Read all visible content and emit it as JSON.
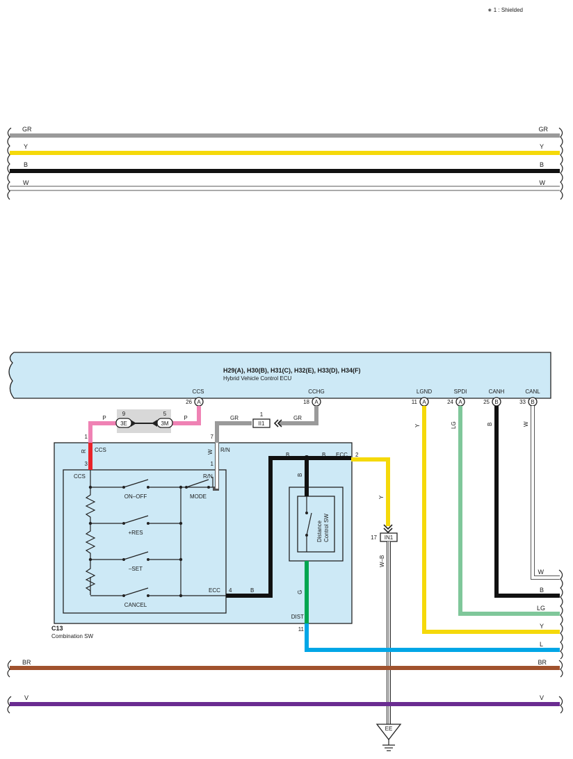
{
  "note": "∗ 1 : Shielded",
  "top_bus": [
    {
      "label": "GR",
      "color": "#9a9a9a"
    },
    {
      "label": "Y",
      "color": "#f5d90a"
    },
    {
      "label": "B",
      "color": "#111111"
    },
    {
      "label": "W",
      "color": "#ffffff"
    }
  ],
  "ecu": {
    "codes": "H29(A), H30(B), H31(C), H32(E), H33(D), H34(F)",
    "name": "Hybrid Vehicle Control ECU",
    "pins": [
      {
        "name": "CCS",
        "num": "26",
        "conn": "A"
      },
      {
        "name": "CCHG",
        "num": "18",
        "conn": "A"
      },
      {
        "name": "LGND",
        "num": "11",
        "conn": "A"
      },
      {
        "name": "SPDI",
        "num": "24",
        "conn": "A"
      },
      {
        "name": "CANH",
        "num": "25",
        "conn": "B"
      },
      {
        "name": "CANL",
        "num": "33",
        "conn": "B"
      }
    ]
  },
  "junction": {
    "pin_left": "9",
    "pin_right": "5",
    "left": "3E",
    "right": "3M"
  },
  "wire_labels": {
    "p1": "P",
    "p2": "P",
    "gr1": "GR",
    "gr2": "GR",
    "y": "Y",
    "lg": "LG",
    "b": "B",
    "w": "W",
    "r": "R",
    "w2": "W",
    "rn": "R/N",
    "b2": "B",
    "b3": "B",
    "b4": "B",
    "b5": "B",
    "y2": "Y",
    "wb": "W–B",
    "g": "G"
  },
  "ii1": {
    "pin": "1",
    "name": "II1"
  },
  "in1": {
    "pin": "17",
    "name": "IN1"
  },
  "combo": {
    "code": "C13",
    "name": "Combination SW",
    "pin1": "1",
    "pin3": "3",
    "pin7": "7",
    "pin1b": "1",
    "pin2": "2",
    "pin4": "4",
    "pin11": "11",
    "ccs_outer": "CCS",
    "rn_outer": "R/N",
    "ecc_outer": "ECC",
    "ccs_inner": "CCS",
    "rn_inner": "R/N",
    "ecc_inner": "ECC",
    "dist": "DIST",
    "sw_onoff": "ON–OFF",
    "sw_mode": "MODE",
    "sw_res": "+RES",
    "sw_set": "–SET",
    "sw_cancel": "CANCEL",
    "dist_sw_line1": "Distance",
    "dist_sw_line2": "Control SW"
  },
  "right_wires": [
    {
      "label": "W",
      "color": "#ffffff"
    },
    {
      "label": "B",
      "color": "#111111"
    },
    {
      "label": "LG",
      "color": "#7fc79a"
    },
    {
      "label": "Y",
      "color": "#f5d90a"
    },
    {
      "label": "L",
      "color": "#00a6e6"
    }
  ],
  "bottom_bus": [
    {
      "label": "BR",
      "color": "#a0522d"
    },
    {
      "label": "V",
      "color": "#6a2c91"
    }
  ],
  "ground": "EE"
}
